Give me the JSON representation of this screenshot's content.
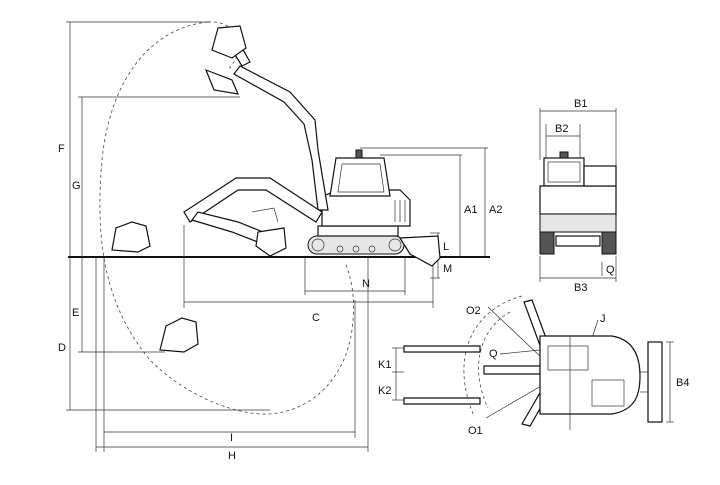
{
  "diagram": {
    "labels": {
      "F": "F",
      "G": "G",
      "E": "E",
      "D": "D",
      "A1": "A1",
      "A2": "A2",
      "L": "L",
      "M": "M",
      "N": "N",
      "C": "C",
      "I": "I",
      "H": "H",
      "B1": "B1",
      "B2": "B2",
      "B3": "B3",
      "Q_front": "Q",
      "O1": "O1",
      "O2": "O2",
      "J": "J",
      "Q_top": "Q",
      "K1": "K1",
      "K2": "K2",
      "B4": "B4"
    }
  }
}
